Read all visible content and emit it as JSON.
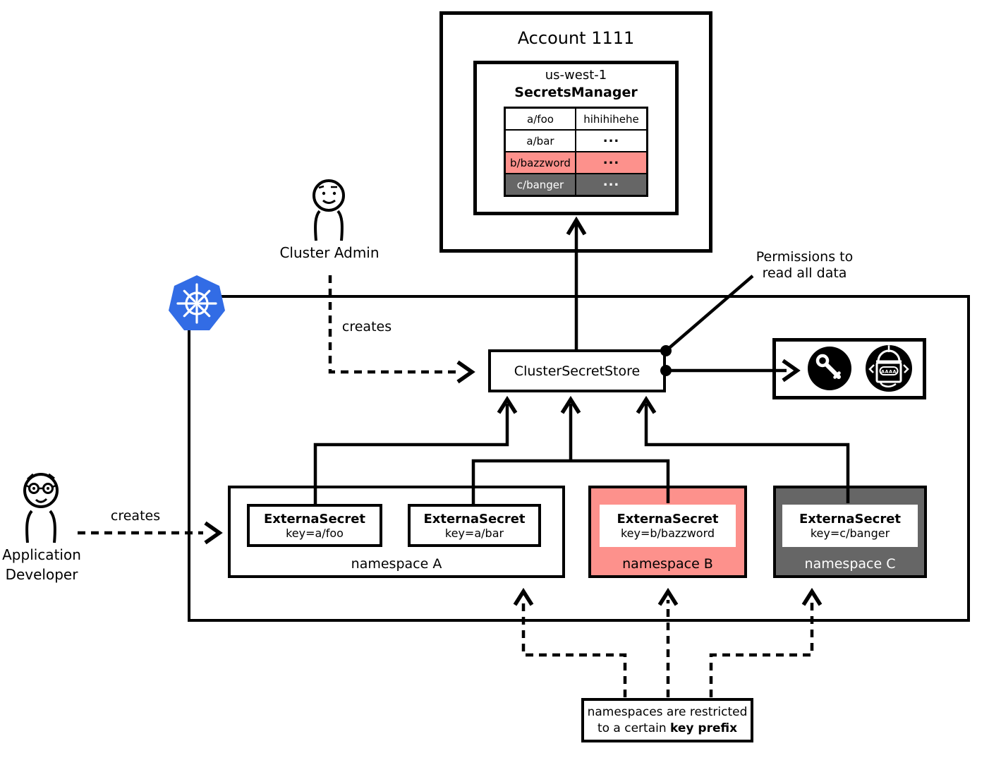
{
  "account": {
    "title": "Account 1111",
    "region": "us-west-1",
    "service": "SecretsManager",
    "table": {
      "rows": [
        {
          "key": "a/foo",
          "value": "hihihihehe",
          "variant": "white"
        },
        {
          "key": "a/bar",
          "value": "...",
          "variant": "white"
        },
        {
          "key": "b/bazzword",
          "value": "...",
          "variant": "pink"
        },
        {
          "key": "c/banger",
          "value": "...",
          "variant": "dark"
        }
      ]
    }
  },
  "actors": {
    "cluster_admin": {
      "label": "Cluster Admin",
      "creates": "creates"
    },
    "app_developer": {
      "label_line1": "Application",
      "label_line2": "Developer",
      "creates": "creates"
    }
  },
  "cluster": {
    "store_label": "ClusterSecretStore",
    "permissions_note_line1": "Permissions to",
    "permissions_note_line2": "read all data"
  },
  "namespaces": [
    {
      "label": "namespace A",
      "secrets": [
        {
          "title": "ExternaSecret",
          "key": "key=a/foo"
        },
        {
          "title": "ExternaSecret",
          "key": "key=a/bar"
        }
      ]
    },
    {
      "label": "namespace B",
      "secrets": [
        {
          "title": "ExternaSecret",
          "key": "key=b/bazzword"
        }
      ]
    },
    {
      "label": "namespace C",
      "secrets": [
        {
          "title": "ExternaSecret",
          "key": "key=c/banger"
        }
      ]
    }
  ],
  "annotation": {
    "line1": "namespaces are restricted",
    "line2_prefix": "to a certain ",
    "line2_bold": "key prefix"
  },
  "icons": {
    "kubernetes": "kubernetes-logo",
    "key": "key-icon",
    "robot": "robot-icon",
    "robot_label": "AAAA"
  },
  "colors": {
    "pink": "#fd918c",
    "dark_gray": "#666666",
    "k8s_blue": "#326ce5"
  }
}
